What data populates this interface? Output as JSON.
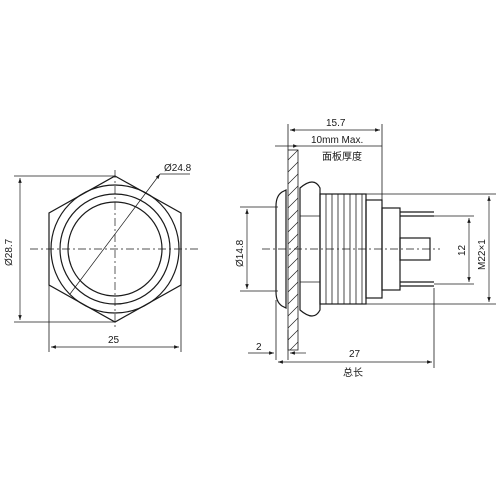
{
  "front_view": {
    "across_corners": "Ø28.7",
    "bezel_diameter": "Ø24.8",
    "across_flats": "25"
  },
  "side_view": {
    "overall_depth": "15.7",
    "panel_thickness_max": "10mm  Max.",
    "panel_thickness_label": "面板厚度",
    "head_diameter": "Ø14.8",
    "terminal_spacing": "12",
    "thread": "M22×1",
    "bezel_height": "2",
    "total_length": "27",
    "total_length_label": "总长"
  },
  "colors": {
    "line": "#1a1a1a",
    "background": "#ffffff"
  }
}
